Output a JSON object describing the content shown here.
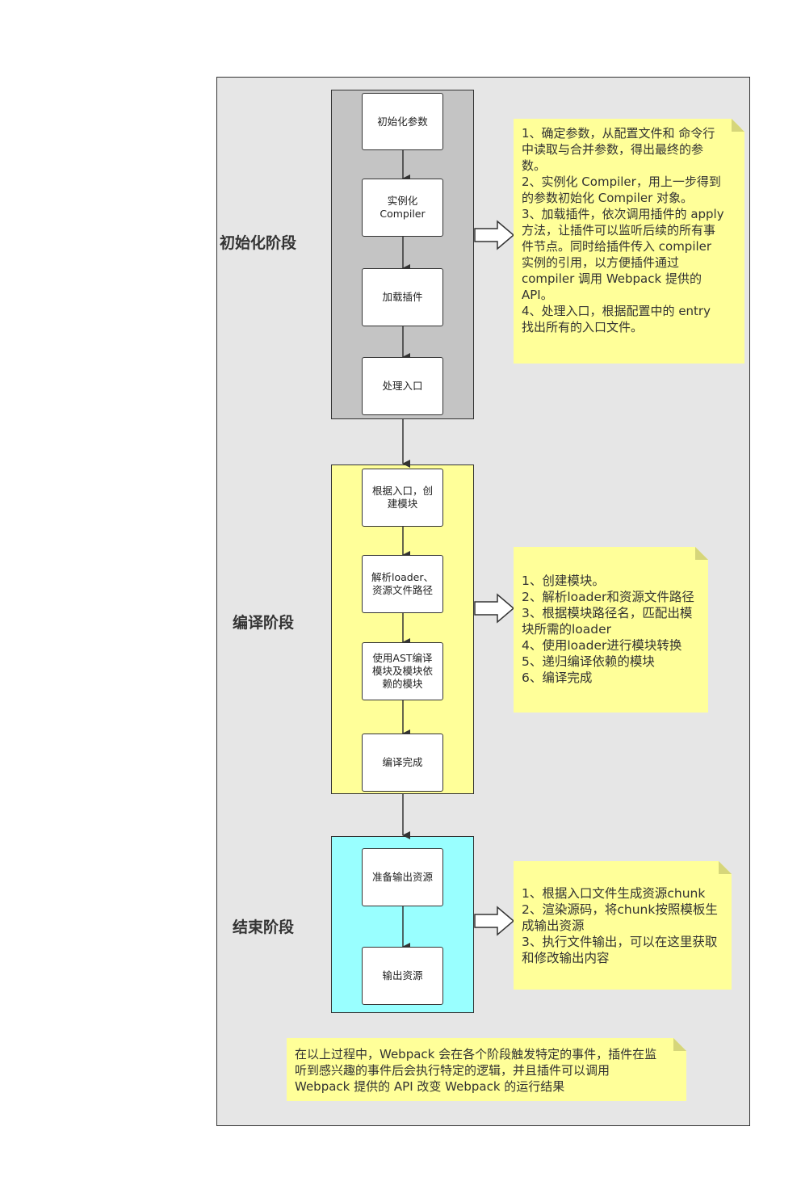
{
  "phases": [
    {
      "label": "初始化阶段",
      "steps": [
        "初始化参数",
        "实例化\nCompiler",
        "加载插件",
        "处理入口"
      ],
      "note": [
        "1、确定参数，从配置文件和 命令行",
        "中读取与合并参数，得出最终的参",
        "数。",
        "2、实例化 Compiler，用上一步得到",
        "的参数初始化 Compiler 对象。",
        "3、加载插件，依次调用插件的 apply",
        "方法，让插件可以监听后续的所有事",
        "件节点。同时给插件传入 compiler",
        "实例的引用，以方便插件通过",
        "compiler 调用 Webpack 提供的",
        "API。",
        "4、处理入口，根据配置中的 entry",
        "找出所有的入口文件。"
      ]
    },
    {
      "label": "编译阶段",
      "steps": [
        "根据入口，创\n建模块",
        "解析loader、\n资源文件路径",
        "使用AST编译\n模块及模块依\n赖的模块",
        "编译完成"
      ],
      "note": [
        "1、创建模块。",
        "2、解析loader和资源文件路径",
        "3、根据模块路径名，匹配出模",
        "块所需的loader",
        "4、使用loader进行模块转换",
        "5、递归编译依赖的模块",
        "6、编译完成"
      ]
    },
    {
      "label": "结束阶段",
      "steps": [
        "准备输出资源",
        "输出资源"
      ],
      "note": [
        "1、根据入口文件生成资源chunk",
        "2、渲染源码，将chunk按照模板生",
        "成输出资源",
        "3、执行文件输出，可以在这里获取",
        "和修改输出内容"
      ]
    }
  ],
  "summary_note": [
    "在以上过程中，Webpack 会在各个阶段触发特定的事件，插件在监",
    "听到感兴趣的事件后会执行特定的逻辑，并且插件可以调用",
    "Webpack 提供的 API 改变 Webpack 的运行结果"
  ],
  "colors": {
    "frame_bg": "#e6e6e6",
    "init_stage": "#c4c4c4",
    "compile_stage": "#ffff99",
    "end_stage": "#99ffff",
    "note": "#ffff99"
  }
}
